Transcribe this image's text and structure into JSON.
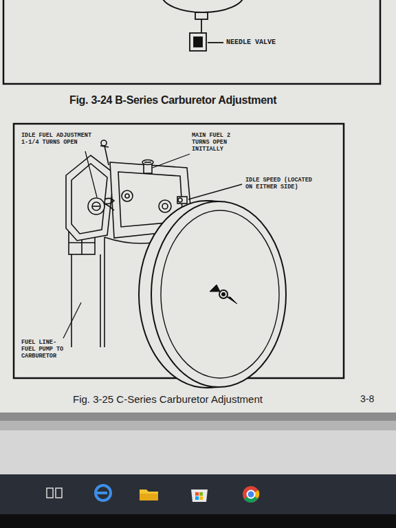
{
  "diagram": {
    "caption": "Fig. 3-25 C-Series Carburetor Adjustment",
    "labels": [
      "NEEDLE VALVE",
      "Fig. 3-24 B-Series Carburetor Adjustment",
      "IDLE FUEL ADJUSTMENT 1-1/4 TURNS OPEN",
      "MAIN FUEL 2 TURNS OPEN INITIALLY",
      "IDLE SPEED (LOCATED ON EITHER SIDE)",
      "FUEL LINE- FUEL PUMP TO CARBURETOR",
      "3-8"
    ]
  }
}
